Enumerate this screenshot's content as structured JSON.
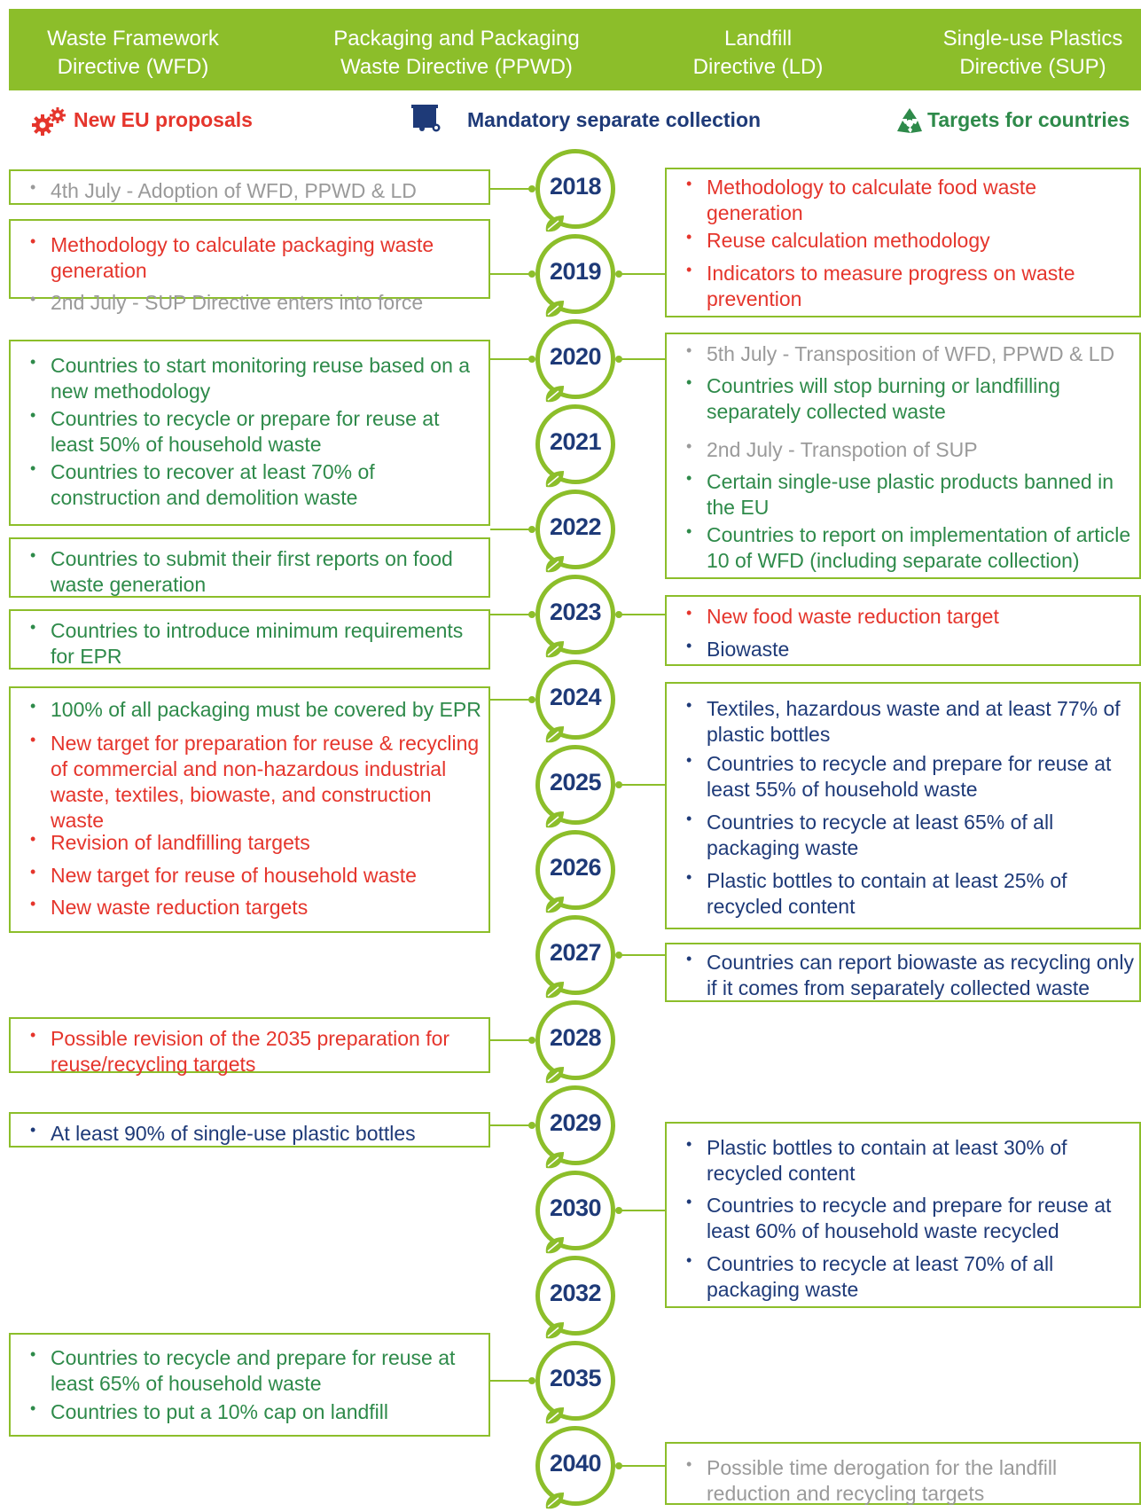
{
  "header": {
    "columns": [
      {
        "line1": "Waste Framework",
        "line2": "Directive (WFD)"
      },
      {
        "line1": "Packaging and Packaging",
        "line2": "Waste Directive (PPWD)"
      },
      {
        "line1": "Landfill",
        "line2": "Directive (LD)"
      },
      {
        "line1": "Single-use Plastics",
        "line2": "Directive (SUP)"
      }
    ],
    "color": "#8cbe2a"
  },
  "legend": {
    "proposals": {
      "label": "New EU proposals",
      "icon": "gears-icon",
      "color": "#e5352c"
    },
    "collection": {
      "label": "Mandatory separate collection",
      "icon": "bin-icon",
      "color": "#1e3a78"
    },
    "targets": {
      "label": "Targets for countries",
      "icon": "recycle-icon",
      "color": "#2e8a4a"
    }
  },
  "years": [
    "2018",
    "2019",
    "2020",
    "2021",
    "2022",
    "2023",
    "2024",
    "2025",
    "2026",
    "2027",
    "2028",
    "2029",
    "2030",
    "2032",
    "2035",
    "2040"
  ],
  "left_boxes": [
    {
      "items": [
        {
          "text": "4th July - Adoption of WFD, PPWD & LD",
          "kind": "gray"
        }
      ]
    },
    {
      "items": [
        {
          "text": "Methodology to calculate packaging waste generation",
          "kind": "red"
        },
        {
          "text": "2nd July - SUP Directive enters into force",
          "kind": "gray"
        }
      ]
    },
    {
      "items": [
        {
          "text": "Countries to start monitoring reuse based on a new methodology",
          "kind": "green"
        },
        {
          "text": "Countries to recycle or prepare for reuse at least 50% of household waste",
          "kind": "green"
        },
        {
          "text": "Countries to recover at least 70% of construction and demolition waste",
          "kind": "green"
        }
      ]
    },
    {
      "items": [
        {
          "text": "Countries to submit their first reports on food waste generation",
          "kind": "green"
        }
      ]
    },
    {
      "items": [
        {
          "text": "Countries to introduce minimum requirements for EPR",
          "kind": "green"
        }
      ]
    },
    {
      "items": [
        {
          "text": "100% of all packaging must be covered by EPR",
          "kind": "green"
        },
        {
          "text": "New target for preparation for reuse & recycling of commercial and non-hazardous industrial waste, textiles, biowaste, and construction waste",
          "kind": "red"
        },
        {
          "text": "Revision of landfilling targets",
          "kind": "red"
        },
        {
          "text": "New target for reuse of household waste",
          "kind": "red"
        },
        {
          "text": "New waste reduction targets",
          "kind": "red"
        }
      ]
    },
    {
      "items": [
        {
          "text": "Possible revision of the 2035 preparation for reuse/recycling targets",
          "kind": "red"
        }
      ]
    },
    {
      "items": [
        {
          "text": "At least 90% of single-use plastic bottles",
          "kind": "navy"
        }
      ]
    },
    {
      "items": [
        {
          "text": "Countries to recycle and prepare for reuse at least 65% of household waste",
          "kind": "green"
        },
        {
          "text": "Countries to put a 10% cap on landfill",
          "kind": "green"
        }
      ]
    }
  ],
  "right_boxes": [
    {
      "items": [
        {
          "text": "Methodology to calculate food waste generation",
          "kind": "red"
        },
        {
          "text": "Reuse calculation methodology",
          "kind": "red"
        },
        {
          "text": "Indicators to measure progress on waste prevention",
          "kind": "red"
        }
      ]
    },
    {
      "items": [
        {
          "text": "5th July - Transposition of WFD, PPWD & LD",
          "kind": "gray"
        },
        {
          "text": "Countries will stop burning or landfilling separately collected waste",
          "kind": "green"
        },
        {
          "text": "2nd July - Transpotion of SUP",
          "kind": "gray"
        },
        {
          "text": "Certain single-use plastic products banned in the EU",
          "kind": "green"
        },
        {
          "text": "Countries to report on implementation of article 10 of WFD (including separate collection)",
          "kind": "green"
        }
      ]
    },
    {
      "items": [
        {
          "text": "New food waste reduction target",
          "kind": "red"
        },
        {
          "text": "Biowaste",
          "kind": "navy"
        }
      ]
    },
    {
      "items": [
        {
          "text": "Textiles, hazardous waste and at least 77% of plastic bottles",
          "kind": "navy"
        },
        {
          "text": "Countries to recycle and prepare for reuse at least 55% of household waste",
          "kind": "navy"
        },
        {
          "text": "Countries to recycle at least 65% of all packaging waste",
          "kind": "navy"
        },
        {
          "text": "Plastic bottles to contain at least 25% of recycled content",
          "kind": "navy"
        }
      ]
    },
    {
      "items": [
        {
          "text": "Countries can report biowaste as recycling only if it comes from separately collected waste",
          "kind": "navy"
        }
      ]
    },
    {
      "items": [
        {
          "text": "Plastic bottles to contain at least 30% of recycled content",
          "kind": "navy"
        },
        {
          "text": "Countries to recycle and prepare for reuse at least 60% of household waste recycled",
          "kind": "navy"
        },
        {
          "text": "Countries to recycle at least 70% of all packaging waste",
          "kind": "navy"
        }
      ]
    },
    {
      "items": [
        {
          "text": "Possible time derogation for the landfill reduction and recycling targets",
          "kind": "gray"
        }
      ]
    }
  ],
  "colors": {
    "accent": "#8cbe2a",
    "year_text": "#1e3a78",
    "red": "#e5352c",
    "green": "#2e8a4a",
    "gray": "#9a9a9a",
    "navy": "#1e3a78"
  }
}
